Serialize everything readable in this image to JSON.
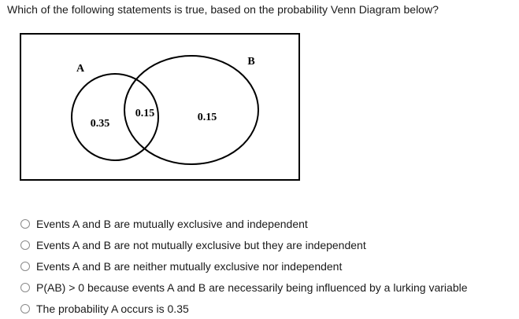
{
  "question": {
    "text": "Which of the following statements is true, based on the probability Venn Diagram below?"
  },
  "venn": {
    "set_a_label": "A",
    "set_b_label": "B",
    "a_only_value": "0.35",
    "intersection_value": "0.15",
    "b_only_value": "0.15"
  },
  "options": [
    {
      "label": "Events A and B are mutually exclusive and independent",
      "selected": false
    },
    {
      "label": "Events A and B are not mutually exclusive but they are independent",
      "selected": false
    },
    {
      "label": "Events A and B are neither mutually exclusive nor independent",
      "selected": false
    },
    {
      "label": "P(AB) > 0 because events A and B are necessarily being influenced by a lurking variable",
      "selected": false
    },
    {
      "label": "The probability A occurs is 0.35",
      "selected": false
    }
  ]
}
